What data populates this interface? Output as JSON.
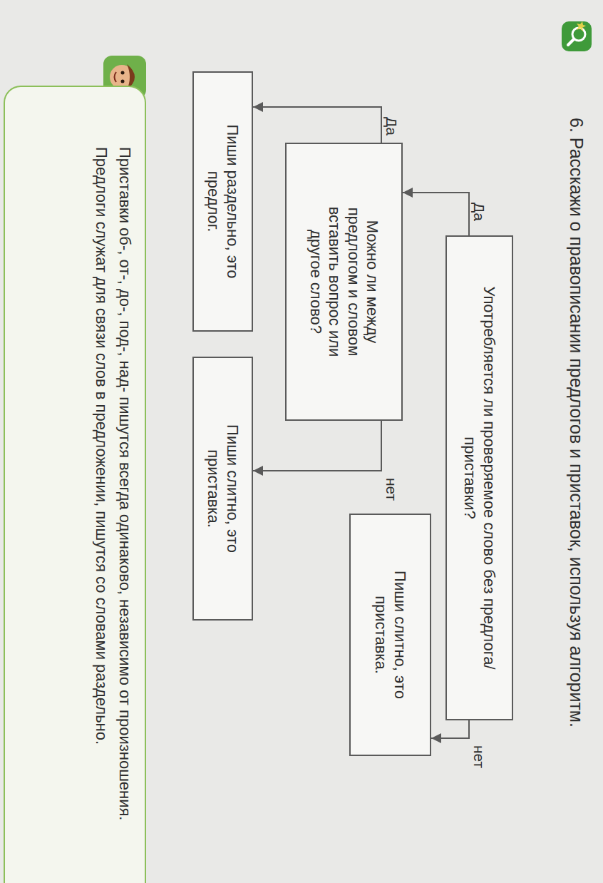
{
  "diagram": {
    "title": "6. Расскажи о правописании предлогов и приставок, используя алгоритм.",
    "nodes": [
      {
        "text": [
          "Употребляется ли проверяемое слово без предлога/приставки?"
        ]
      },
      {
        "text": [
          "Можно ли между предлогом и словом вставить вопрос или другое слово?"
        ]
      },
      {
        "text": [
          "Пиши слитно, это приставка."
        ]
      },
      {
        "text": [
          "Пиши раздельно, это предлог."
        ]
      },
      {
        "text": [
          "Пиши слитно, это приставка."
        ]
      },
      {
        "text": [
          "Приставки об-, от-, до-, под-, над- пишутся всегда одинаково, независимо от произношения.",
          "Предлоги служат для связи слов в предложении, пишутся со словами раздельно."
        ]
      }
    ],
    "edges": [
      {
        "from": 0,
        "to": 1,
        "arrow": "to",
        "label": "Да"
      },
      {
        "from": 0,
        "to": 2,
        "arrow": "to",
        "label": "нет"
      },
      {
        "from": 1,
        "to": 3,
        "arrow": "to",
        "label": "Да"
      },
      {
        "from": 1,
        "to": 4,
        "arrow": "to",
        "label": "нет"
      }
    ]
  }
}
